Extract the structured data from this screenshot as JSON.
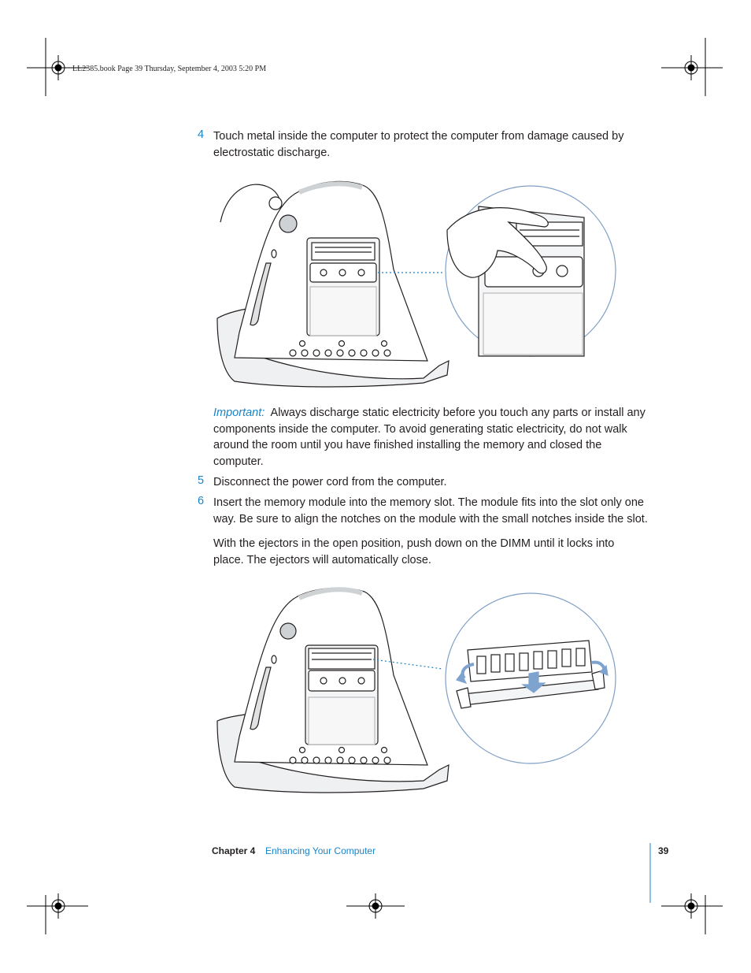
{
  "slug": "LL2385.book  Page 39  Thursday, September 4, 2003  5:20 PM",
  "steps": [
    {
      "number": "4",
      "text": "Touch metal inside the computer to protect the computer from damage caused by electrostatic discharge."
    },
    {
      "number": "5",
      "text": "Disconnect the power cord from the computer."
    },
    {
      "number": "6",
      "text": "Insert the memory module into the memory slot. The module fits into the slot only one way. Be sure to align the notches on the module with the small notches inside the slot."
    }
  ],
  "important": {
    "label": "Important:",
    "text": "Always discharge static electricity before you touch any parts or install any components inside the computer. To avoid generating static electricity, do not walk around the room until you have finished installing the memory and closed the computer."
  },
  "ejector_paragraph": "With the ejectors in the open position, push down on the DIMM until it locks into place. The ejectors will automatically close.",
  "footer": {
    "chapter": "Chapter 4",
    "title": "Enhancing Your Computer",
    "page": "39"
  },
  "colors": {
    "accent": "#1a84c7",
    "text": "#231f20",
    "callout_circle": "#7f9fc6",
    "arrow": "#7fa3cf"
  }
}
